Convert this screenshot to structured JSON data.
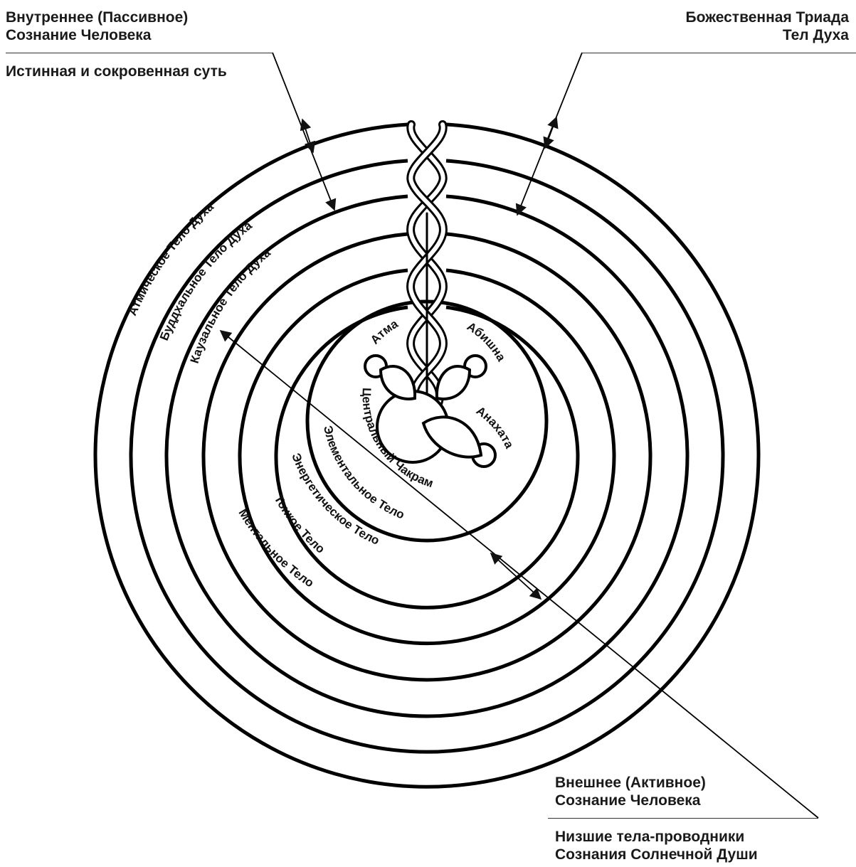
{
  "top_left": {
    "title_line1": "Внутреннее (Пассивное)",
    "title_line2": "Сознание Человека",
    "subtitle": "Истинная и сокровенная суть"
  },
  "top_right": {
    "title_line1": "Божественная Триада",
    "title_line2": "Тел Духа"
  },
  "bottom_right": {
    "title_line1": "Внешнее (Активное)",
    "title_line2": "Сознание Человека",
    "subtitle_line1": "Низшие тела-проводники",
    "subtitle_line2": "Сознания Солнечной Души"
  },
  "divine_bodies": [
    "Атмическое Тело Духа",
    "Буддхальное Тело Духа",
    "Каузальное Тело Духа"
  ],
  "lower_bodies": [
    "Элементальное Тело",
    "Энергетическое Тело",
    "Тонкое Тело",
    "Ментальное Тело"
  ],
  "center": {
    "chakram": "Центральный Чакрам",
    "atma": "Атма",
    "abishna": "Абишна",
    "anakhata": "Анахата"
  }
}
